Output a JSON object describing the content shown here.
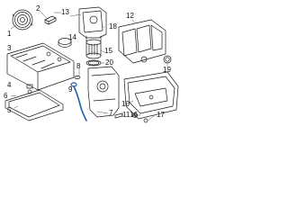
{
  "diagram": {
    "callouts": {
      "c1": "1",
      "c2": "2",
      "c3": "3",
      "c4": "4",
      "c5": "5",
      "c6": "6",
      "c7": "7",
      "c8": "8",
      "c9": "9",
      "c10": "10",
      "c11": "11",
      "c12": "12",
      "c13": "13",
      "c14": "14",
      "c15": "15",
      "c16": "16",
      "c17": "17",
      "c18": "18",
      "c19": "19",
      "c20": "20"
    },
    "colors": {
      "line": "#1a1a1a",
      "highlight": "#1e5fa8",
      "leader": "#555555"
    }
  }
}
